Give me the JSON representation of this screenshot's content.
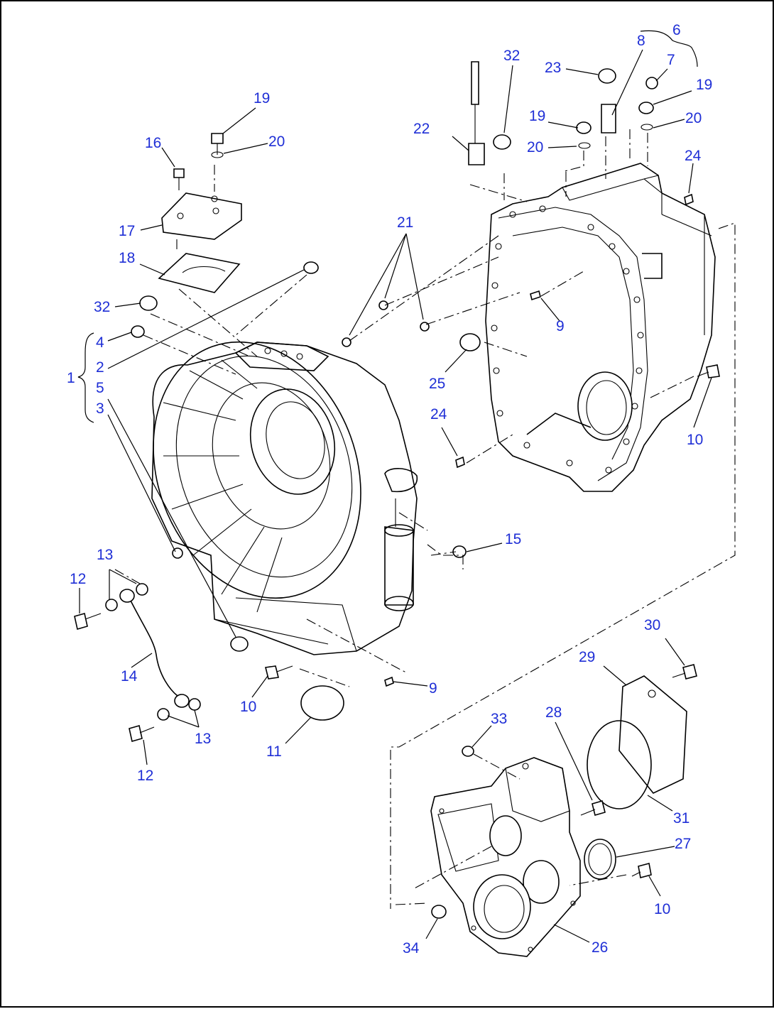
{
  "callouts": [
    "1",
    "2",
    "3",
    "4",
    "5",
    "6",
    "7",
    "8",
    "9",
    "10",
    "11",
    "12",
    "13",
    "14",
    "15",
    "16",
    "17",
    "18",
    "19",
    "20",
    "21",
    "22",
    "23",
    "24",
    "25",
    "26",
    "27",
    "28",
    "29",
    "30",
    "31",
    "32",
    "33",
    "34"
  ],
  "label_color": "#1f2fd6"
}
